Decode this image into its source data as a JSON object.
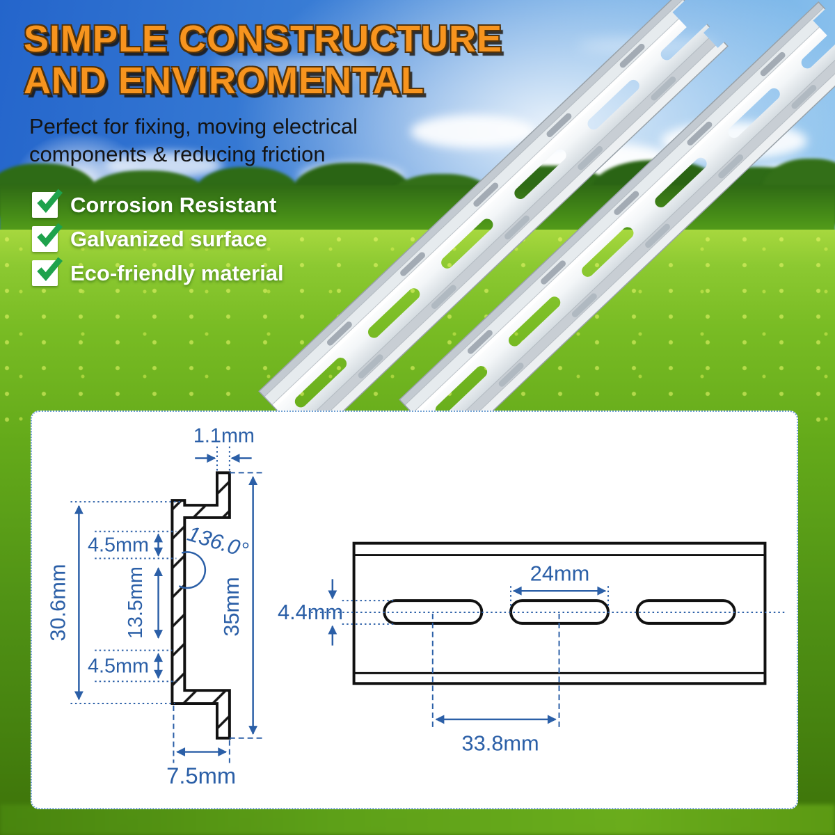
{
  "banner": {
    "title": {
      "line1": "SIMPLE CONSTRUCTURE",
      "line2": "AND ENVIROMENTAL"
    },
    "subtitle": {
      "line1": "Perfect for fixing, moving electrical",
      "line2": "components & reducing friction"
    },
    "features": [
      {
        "label": "Corrosion Resistant"
      },
      {
        "label": "Galvanized surface"
      },
      {
        "label": "Eco-friendly material"
      }
    ],
    "colors": {
      "title_orange": "#F7941E",
      "check_green": "#1EA24C",
      "dimension_blue": "#2B5FA7",
      "sky_blue": "#2E6FD0",
      "grass_green": "#76B622"
    }
  },
  "diagram": {
    "cross_section": {
      "top_thickness": "1.1mm",
      "upper_lip_height": "4.5mm",
      "mid_section_height": "13.5mm",
      "lower_lip_height": "4.5mm",
      "inner_height": "30.6mm",
      "overall_height": "35mm",
      "bend_angle": "136.0°",
      "foot_width": "7.5mm"
    },
    "top_view": {
      "slot_length": "24mm",
      "slot_width": "4.4mm",
      "slot_spacing": "33.8mm"
    }
  }
}
